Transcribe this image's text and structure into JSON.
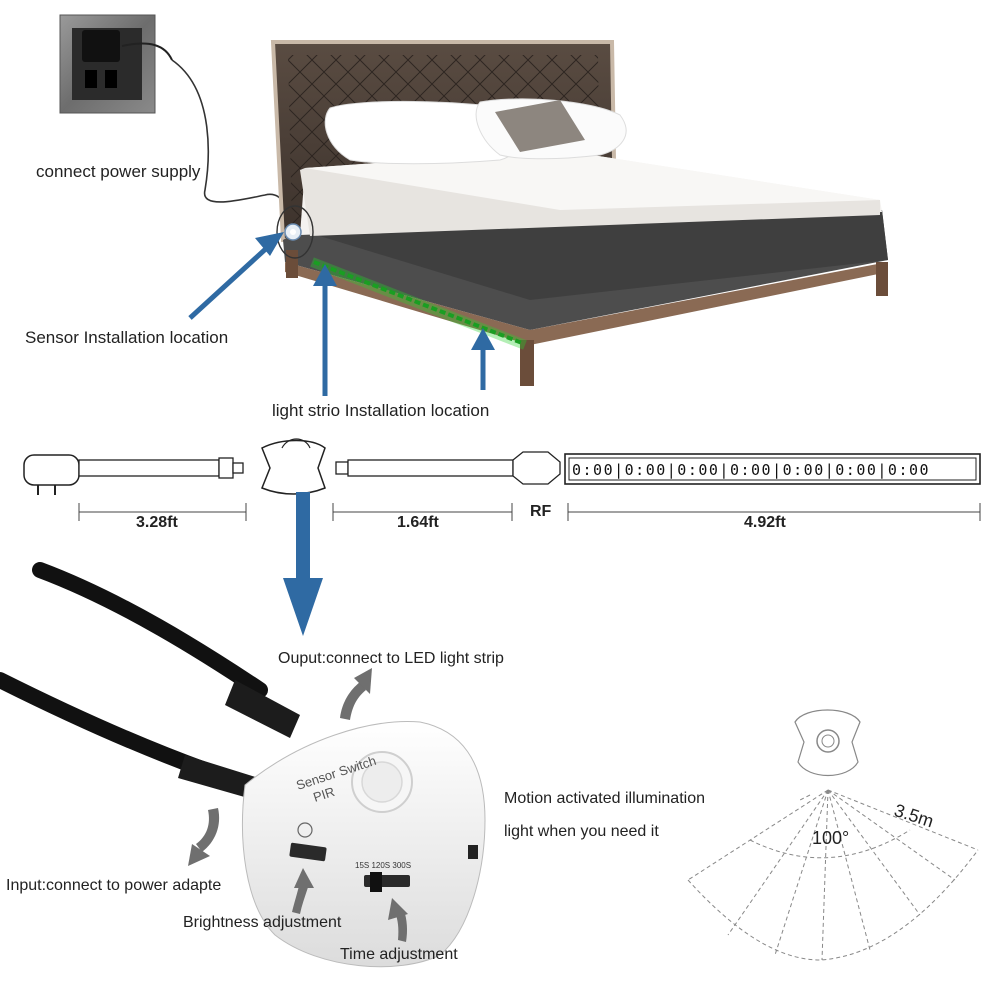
{
  "labels": {
    "connect_power": "connect power supply",
    "sensor_location": "Sensor Installation location",
    "strip_location": "light strio Installation location",
    "output": "Ouput:connect to LED light strip",
    "motion_line1": "Motion activated illumination",
    "motion_line2": "light when you need it",
    "input": "Input:connect to power adapte",
    "brightness": "Brightness adjustment",
    "time": "Time adjustment"
  },
  "dimensions": {
    "adapter_cable": "3.28ft",
    "sensor_cable": "1.64ft",
    "rf": "RF",
    "strip": "4.92ft"
  },
  "sensor_device": {
    "title_line1": "Sensor Switch",
    "title_line2": "PIR",
    "time_marks": "15S 120S 300S"
  },
  "detection": {
    "range": "3.5m",
    "angle": "100°"
  },
  "colors": {
    "arrow_blue": "#2f6aa3",
    "led_green": "#29d12e",
    "arrow_gray": "#6f6f6f"
  }
}
